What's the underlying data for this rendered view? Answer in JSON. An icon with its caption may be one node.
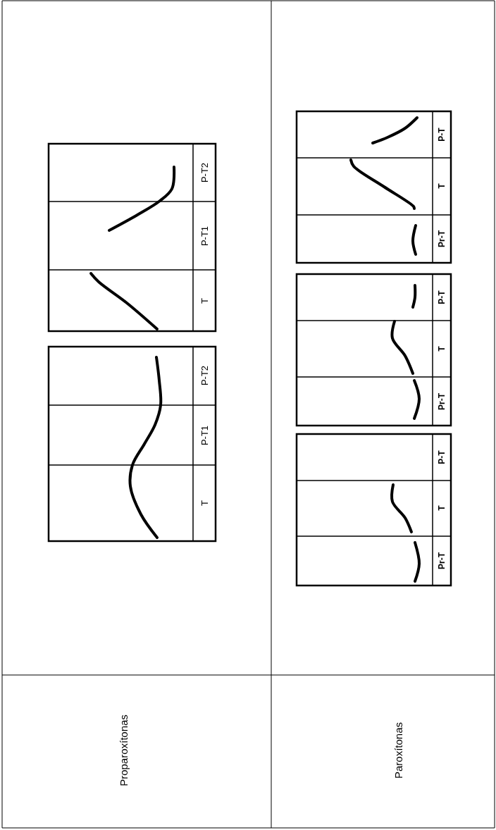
{
  "diagram": {
    "labels": [
      "Proparoxítonas",
      "T",
      "P-T1",
      "P-T2",
      "T",
      "P-T1",
      "P-T2",
      "Paroxítonas",
      "Pr-T",
      "T",
      "P-T",
      "Pr-T",
      "T",
      "P-T",
      "Pr-T",
      "T",
      "P-T"
    ]
  }
}
